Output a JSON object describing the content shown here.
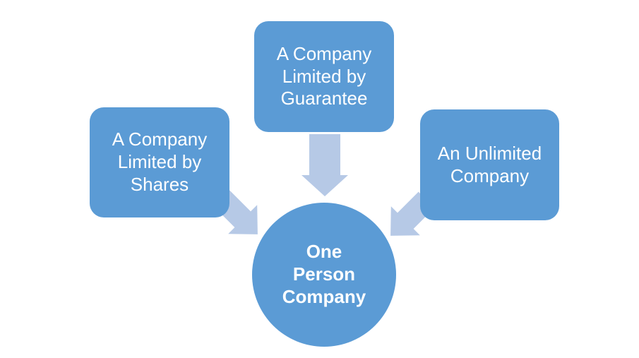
{
  "diagram": {
    "colors": {
      "shape_fill": "#5B9BD5",
      "arrow_fill": "#B6C9E6",
      "text": "#FFFFFF",
      "background": "#FFFFFF"
    },
    "boxes": [
      {
        "id": "shares",
        "label": "A Company\nLimited by\nShares"
      },
      {
        "id": "guarantee",
        "label": "A Company\nLimited by\nGuarantee"
      },
      {
        "id": "unlimited",
        "label": "An Unlimited\nCompany"
      }
    ],
    "center": {
      "label": "One\nPerson\nCompany"
    },
    "arrows": [
      {
        "name": "arrow-shares-to-center"
      },
      {
        "name": "arrow-guarantee-to-center"
      },
      {
        "name": "arrow-unlimited-to-center"
      }
    ]
  }
}
